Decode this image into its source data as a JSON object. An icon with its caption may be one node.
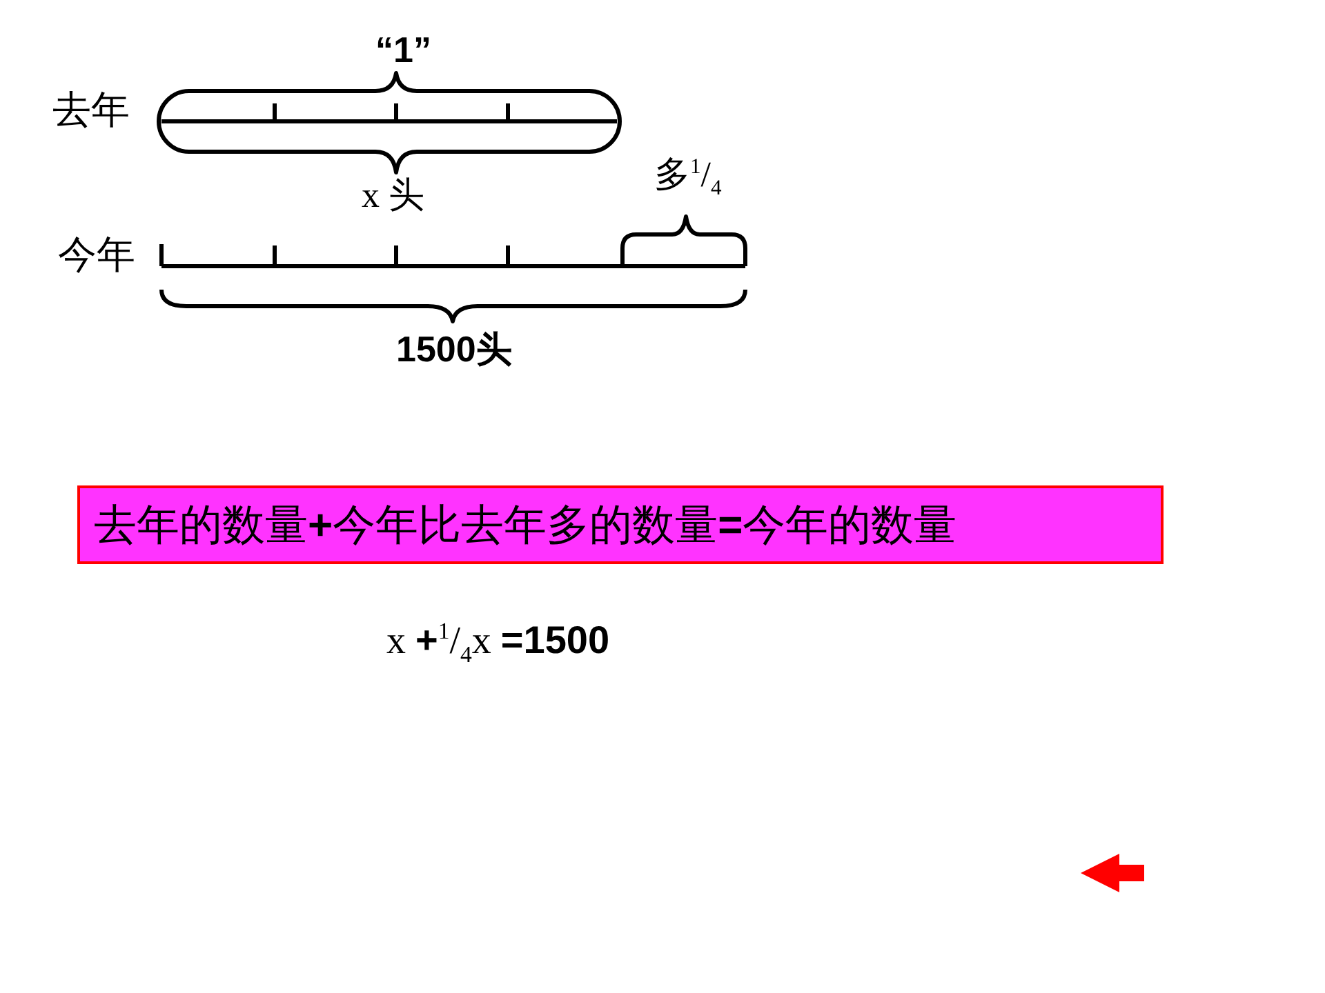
{
  "diagram": {
    "nodes": [
      {
        "text": [
          "去年的数量**+**今年比去年多的数量**=**今年的数量"
        ]
      }
    ],
    "edges": [],
    "labels": [
      "“1”",
      "去年",
      "x 头",
      "多$^{1}$/$_{4}$",
      "今年",
      "1500头",
      "x **+**$^{1}$/$_{4}$x **=1500**"
    ]
  }
}
